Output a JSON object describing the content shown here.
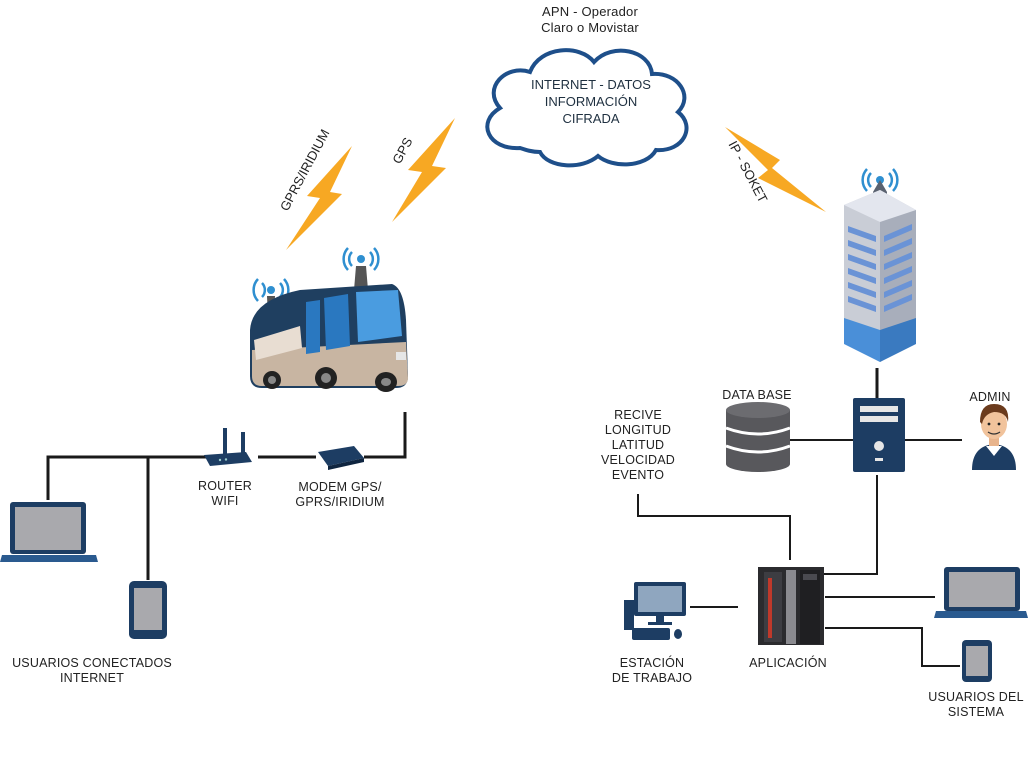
{
  "labels": {
    "apn": "APN - Operador\nClaro o Movistar",
    "cloud": "INTERNET - DATOS\nINFORMACIÓN\nCIFRADA",
    "gprs_iridium": "GPRS/IRIDIUM",
    "gps": "GPS",
    "ip_soket": "IP - SOKET",
    "router": "ROUTER\nWIFI",
    "modem": "MODEM GPS/\nGPRS/IRIDIUM",
    "usuarios_conectados": "USUARIOS CONECTADOS\nINTERNET",
    "data_base": "DATA BASE",
    "admin": "ADMIN",
    "recive": "RECIVE\nLONGITUD\nLATITUD\nVELOCIDAD\nEVENTO",
    "estacion": "ESTACIÓN\nDE TRABAJO",
    "aplicacion": "APLICACIÓN",
    "usuarios_sistema": "USUARIOS DEL\nSISTEMA"
  },
  "icons": [
    "bus-icon",
    "router-icon",
    "modem-icon",
    "laptop-icon",
    "smartphone-icon",
    "cloud-icon",
    "lightning-icon",
    "building-icon",
    "server-icon",
    "database-icon",
    "admin-avatar-icon",
    "application-server-icon",
    "workstation-icon",
    "signal-icon"
  ],
  "colors": {
    "lightning": "#f7a823",
    "cloud_stroke": "#1e4f8a",
    "line": "#1a1a1a",
    "device_blue": "#1d3d63",
    "screen": "#a9a9ad",
    "building_blue": "#4a8fd8",
    "signal": "#2f8fd0"
  }
}
